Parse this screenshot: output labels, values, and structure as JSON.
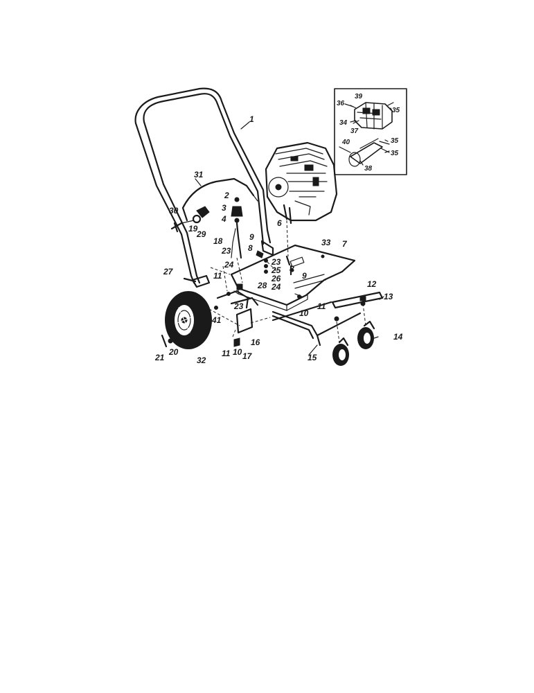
{
  "callouts": {
    "c1": "1",
    "c2": "2",
    "c3": "3",
    "c4": "4",
    "c6": "6",
    "c7": "7",
    "c8a": "8",
    "c8b": "8",
    "c9a": "9",
    "c9b": "9",
    "c10a": "10",
    "c10b": "10",
    "c11a": "11",
    "c11b": "11",
    "c11c": "11",
    "c12": "12",
    "c13": "13",
    "c14": "14",
    "c15": "15",
    "c16": "16",
    "c17": "17",
    "c18": "18",
    "c19": "19",
    "c20": "20",
    "c21": "21",
    "c23a": "23",
    "c23b": "23",
    "c23c": "23",
    "c24a": "24",
    "c24b": "24",
    "c25": "25",
    "c26": "26",
    "c27": "27",
    "c28": "28",
    "c29": "29",
    "c30": "30",
    "c31": "31",
    "c32": "32",
    "c33": "33",
    "c34": "34",
    "c35a": "35",
    "c35b": "35",
    "c35c": "35",
    "c36": "36",
    "c37": "37",
    "c38": "38",
    "c39": "39",
    "c40": "40",
    "c41": "41"
  }
}
